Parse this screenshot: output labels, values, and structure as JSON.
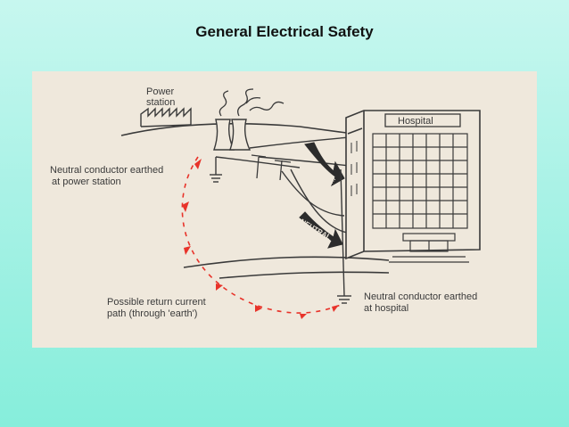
{
  "slide": {
    "title": "General Electrical Safety"
  },
  "diagram": {
    "power_station_label": [
      "Power",
      "station"
    ],
    "hospital_label": "Hospital",
    "neutral_power_station_label": [
      "Neutral conductor earthed",
      "at power station"
    ],
    "neutral_hospital_label": [
      "Neutral conductor earthed",
      "at hospital"
    ],
    "return_path_label": [
      "Possible return current",
      "path (through 'earth')"
    ],
    "active_arrow_label": "ACTIVE",
    "neutral_arrow_label": "NEUTRAL",
    "colors": {
      "return_path": "#e8332a",
      "ink": "#3a3a3a",
      "panel": "#efe8dc",
      "arrow_fill": "#2c2c2c"
    }
  }
}
